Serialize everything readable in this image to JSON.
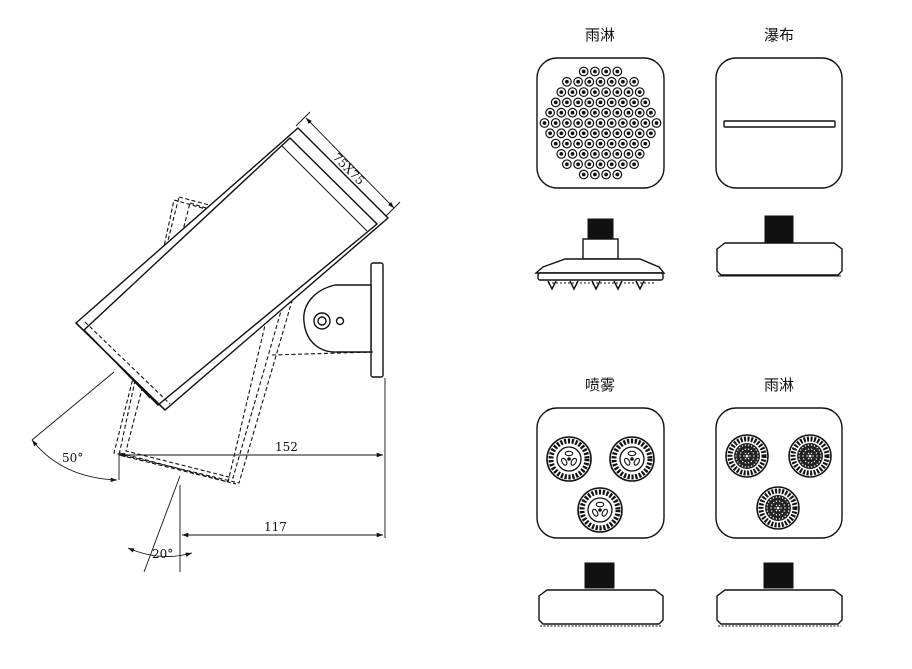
{
  "dimensions": {
    "width_label": "152",
    "offset_label": "117",
    "size_label": "75X75",
    "tilt_angle_label": "50°",
    "spray_angle_label": "20°"
  },
  "variants": [
    {
      "label": "雨淋",
      "face": "rain-holes"
    },
    {
      "label": "瀑布",
      "face": "waterfall-slot"
    },
    {
      "label": "喷雾",
      "face": "mist-nozzles"
    },
    {
      "label": "雨淋",
      "face": "rain-nozzles"
    }
  ]
}
